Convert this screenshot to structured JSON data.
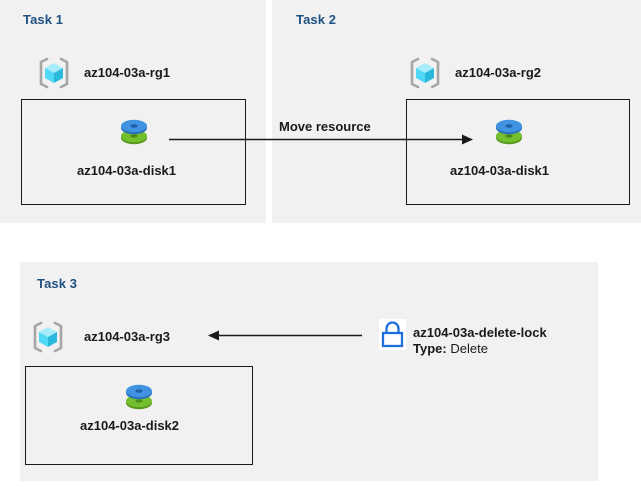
{
  "diagram": {
    "title_text_color": "#1f5182",
    "panel_bg": "#f1f1f1",
    "page_bg": "#ffffff",
    "line_color": "#1a1a1a"
  },
  "panels": [
    {
      "id": "task1",
      "title": "Task 1",
      "resource_group": {
        "icon": "resource-group-icon",
        "label": "az104-03a-rg1"
      },
      "resource": {
        "icon": "managed-disk-icon",
        "label": "az104-03a-disk1"
      }
    },
    {
      "id": "task2",
      "title": "Task 2",
      "resource_group": {
        "icon": "resource-group-icon",
        "label": "az104-03a-rg2"
      },
      "resource": {
        "icon": "managed-disk-icon",
        "label": "az104-03a-disk1"
      }
    },
    {
      "id": "task3",
      "title": "Task 3",
      "resource_group": {
        "icon": "resource-group-icon",
        "label": "az104-03a-rg3"
      },
      "resource": {
        "icon": "managed-disk-icon",
        "label": "az104-03a-disk2"
      }
    }
  ],
  "connectors": [
    {
      "name": "move-resource-arrow",
      "label": "Move resource",
      "direction": "right",
      "from": "task1-disk1",
      "to": "task2-disk1"
    },
    {
      "name": "delete-lock-arrow",
      "label": "",
      "direction": "left",
      "from": "az104-03a-delete-lock",
      "to": "az104-03a-rg3"
    }
  ],
  "lock": {
    "icon": "lock-icon",
    "name": "az104-03a-delete-lock",
    "type_key": "Type:",
    "type_value": "Delete",
    "icon_color": "#1f6fdd"
  },
  "icon_colors": {
    "resource_group_cube_light": "#8fe6fb",
    "resource_group_cube_mid": "#4ed8f5",
    "resource_group_cube_dark": "#2ab8dc",
    "resource_group_bracket": "#a6a6a6",
    "disk_blue_top": "#3f93e0",
    "disk_blue_side": "#2a6fb8",
    "disk_green_top": "#74bf2e",
    "disk_green_side": "#58991f"
  }
}
